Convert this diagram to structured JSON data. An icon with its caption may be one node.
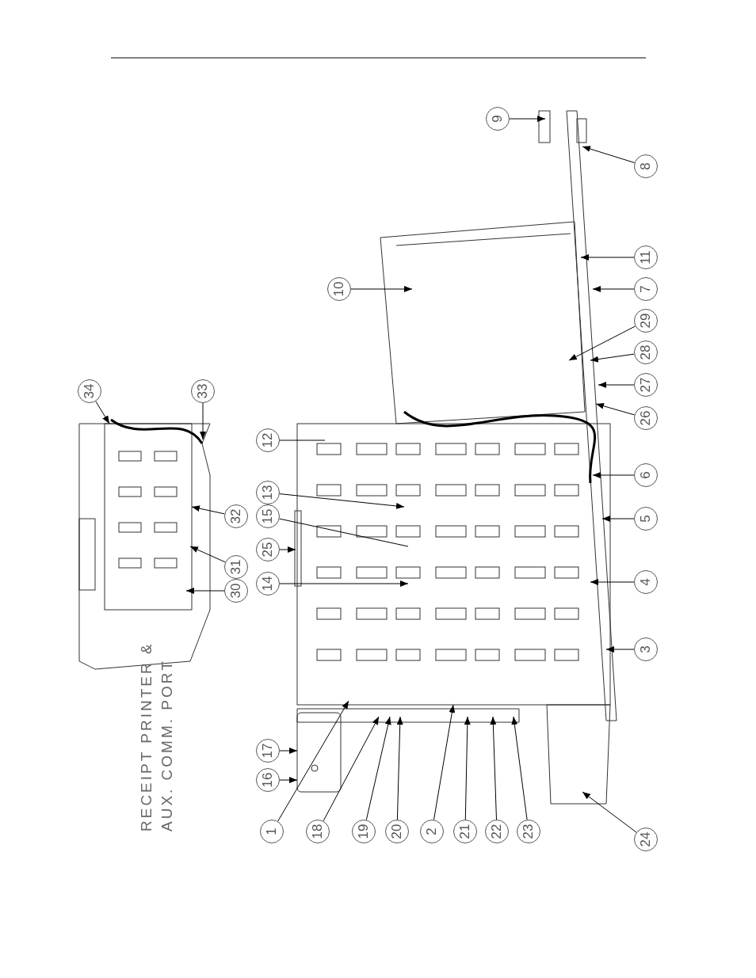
{
  "diagram": {
    "nodes": [
      {
        "text": [
          "1"
        ]
      },
      {
        "text": [
          "2"
        ]
      },
      {
        "text": [
          "3"
        ]
      },
      {
        "text": [
          "4"
        ]
      },
      {
        "text": [
          "5"
        ]
      },
      {
        "text": [
          "6"
        ]
      },
      {
        "text": [
          "7"
        ]
      },
      {
        "text": [
          "8"
        ]
      },
      {
        "text": [
          "9"
        ]
      },
      {
        "text": [
          "10"
        ]
      },
      {
        "text": [
          "11"
        ]
      },
      {
        "text": [
          "12"
        ]
      },
      {
        "text": [
          "13"
        ]
      },
      {
        "text": [
          "14"
        ]
      },
      {
        "text": [
          "15"
        ]
      },
      {
        "text": [
          "16"
        ]
      },
      {
        "text": [
          "17"
        ]
      },
      {
        "text": [
          "18"
        ]
      },
      {
        "text": [
          "19"
        ]
      },
      {
        "text": [
          "20"
        ]
      },
      {
        "text": [
          "21"
        ]
      },
      {
        "text": [
          "22"
        ]
      },
      {
        "text": [
          "23"
        ]
      },
      {
        "text": [
          "24"
        ]
      },
      {
        "text": [
          "25"
        ]
      },
      {
        "text": [
          "26"
        ]
      },
      {
        "text": [
          "27"
        ]
      },
      {
        "text": [
          "28"
        ]
      },
      {
        "text": [
          "29"
        ]
      },
      {
        "text": [
          "30"
        ]
      },
      {
        "text": [
          "31"
        ]
      },
      {
        "text": [
          "32"
        ]
      },
      {
        "text": [
          "33"
        ]
      },
      {
        "text": [
          "34"
        ]
      }
    ],
    "edges": [
      {
        "from": 0,
        "to": null,
        "arrow": "to"
      },
      {
        "from": 1,
        "to": null,
        "arrow": "to"
      },
      {
        "from": 2,
        "to": null,
        "arrow": "to"
      },
      {
        "from": 3,
        "to": null,
        "arrow": "to"
      },
      {
        "from": 4,
        "to": null,
        "arrow": "to"
      },
      {
        "from": 5,
        "to": null,
        "arrow": "to"
      },
      {
        "from": 6,
        "to": null,
        "arrow": "to"
      },
      {
        "from": 7,
        "to": null,
        "arrow": "to"
      },
      {
        "from": 8,
        "to": null,
        "arrow": "to"
      },
      {
        "from": 9,
        "to": null,
        "arrow": "to"
      },
      {
        "from": 10,
        "to": null,
        "arrow": "to"
      },
      {
        "from": 11,
        "to": null,
        "arrow": "none"
      },
      {
        "from": 12,
        "to": null,
        "arrow": "to"
      },
      {
        "from": 13,
        "to": null,
        "arrow": "to"
      },
      {
        "from": 14,
        "to": null,
        "arrow": "none"
      },
      {
        "from": 15,
        "to": null,
        "arrow": "to"
      },
      {
        "from": 16,
        "to": null,
        "arrow": "to"
      },
      {
        "from": 17,
        "to": null,
        "arrow": "to"
      },
      {
        "from": 18,
        "to": null,
        "arrow": "to"
      },
      {
        "from": 19,
        "to": null,
        "arrow": "to"
      },
      {
        "from": 20,
        "to": null,
        "arrow": "to"
      },
      {
        "from": 21,
        "to": null,
        "arrow": "to"
      },
      {
        "from": 22,
        "to": null,
        "arrow": "to"
      },
      {
        "from": 23,
        "to": null,
        "arrow": "to"
      },
      {
        "from": 24,
        "to": null,
        "arrow": "to"
      },
      {
        "from": 25,
        "to": null,
        "arrow": "to"
      },
      {
        "from": 26,
        "to": null,
        "arrow": "to"
      },
      {
        "from": 27,
        "to": null,
        "arrow": "to"
      },
      {
        "from": 28,
        "to": null,
        "arrow": "to"
      },
      {
        "from": 29,
        "to": null,
        "arrow": "to"
      },
      {
        "from": 30,
        "to": null,
        "arrow": "to"
      },
      {
        "from": 31,
        "to": null,
        "arrow": "to"
      },
      {
        "from": 32,
        "to": null,
        "arrow": "to"
      },
      {
        "from": 33,
        "to": null,
        "arrow": "to"
      }
    ],
    "labels": [
      "RECEIPT PRINTER & AUX. COMM. PORT"
    ]
  }
}
